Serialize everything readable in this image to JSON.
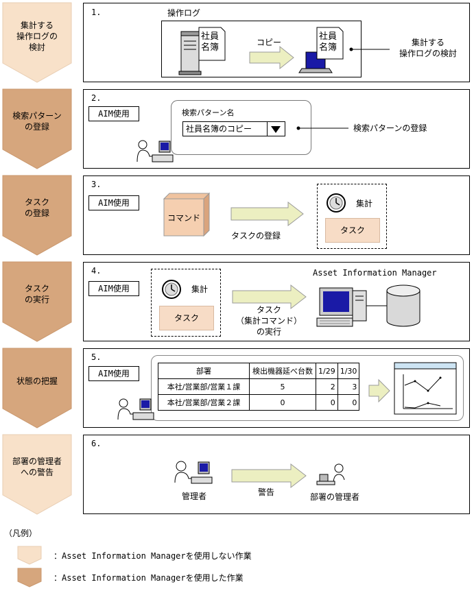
{
  "colors": {
    "step_no_aim": "#f8e1c9",
    "step_with_aim": "#d6a67d",
    "arrow_fill": "#ecefc1",
    "task_fill": "#f7dcc6",
    "command_fill": "#f5cfb0"
  },
  "steps": [
    {
      "label": "集計する\n操作ログの\n検討",
      "uses_aim": false
    },
    {
      "label": "検索パターン\nの登録",
      "uses_aim": true
    },
    {
      "label": "タスク\nの登録",
      "uses_aim": true
    },
    {
      "label": "タスク\nの実行",
      "uses_aim": true
    },
    {
      "label": "状態の把握",
      "uses_aim": true
    },
    {
      "label": "部署の管理者\nへの警告",
      "uses_aim": false
    }
  ],
  "panel1": {
    "number": "1.",
    "log_title": "操作ログ",
    "doc_label_a": "社員\n名簿",
    "copy_label": "コピー",
    "doc_label_b": "社員\n名簿",
    "callout": "集計する\n操作ログの検討"
  },
  "panel2": {
    "number": "2.",
    "aim_badge": "AIM使用",
    "field_label": "検索パターン名",
    "field_value": "社員名簿のコピー",
    "dropdown_icon": "triangle-down",
    "callout": "検索パターンの登録"
  },
  "panel3": {
    "number": "3.",
    "aim_badge": "AIM使用",
    "command_label": "コマンド",
    "arrow_caption": "タスクの登録",
    "clock_caption": "集計",
    "task_label": "タスク"
  },
  "panel4": {
    "number": "4.",
    "aim_badge": "AIM使用",
    "clock_caption": "集計",
    "task_label": "タスク",
    "arrow_caption": "タスク\n（集計コマンド）\nの実行",
    "product_name": "Asset Information Manager"
  },
  "panel5": {
    "number": "5.",
    "aim_badge": "AIM使用",
    "table": {
      "headers": [
        "部署",
        "検出機器延べ台数",
        "1/29",
        "1/30"
      ],
      "rows": [
        [
          "本社/営業部/営業１課",
          "5",
          "2",
          "3"
        ],
        [
          "本社/営業部/営業２課",
          "0",
          "0",
          "0"
        ]
      ]
    }
  },
  "panel6": {
    "number": "6.",
    "sender_label": "管理者",
    "arrow_caption": "警告",
    "receiver_label": "部署の管理者"
  },
  "legend": {
    "title": "（凡例）",
    "no_aim": "：Asset Information Managerを使用しない作業",
    "with_aim": "：Asset Information Managerを使用した作業"
  }
}
